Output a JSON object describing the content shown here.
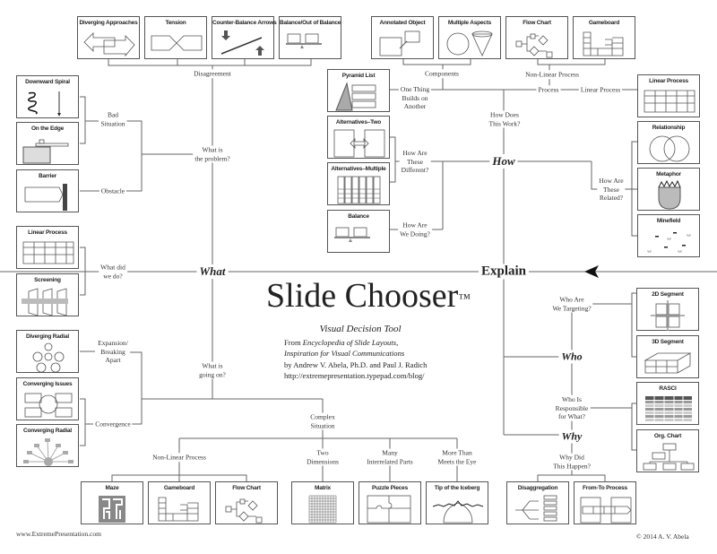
{
  "title": "Slide Chooser",
  "trademark": "™",
  "subtitle": "Visual Decision Tool",
  "credits": {
    "from": "From ",
    "book": "Encyclopedia of Slide Layouts,",
    "book_sub": "Inspiration for Visual Communications",
    "authors": "by Andrew V. Abela, Ph.D. and Paul J. Radich",
    "url": "http://extremepresentation.typepad.com/blog/"
  },
  "hubs": {
    "what": "What",
    "explain": "Explain",
    "how": "How",
    "who": "Who",
    "why": "Why"
  },
  "labels": {
    "disagreement": "Disagreement",
    "what_problem": "What is\nthe problem?",
    "bad_situation": "Bad\nSituation",
    "obstacle": "Obstacle",
    "what_did": "What did\nwe do?",
    "expansion": "Expansion/\nBreaking\nApart",
    "convergence": "Convergence",
    "what_going_on": "What is\ngoing on?",
    "complex": "Complex\nSituation",
    "nonlinear_bottom": "Non-Linear Process",
    "two_dim": "Two\nDimensions",
    "many_parts": "Many\nInterrelated Parts",
    "more_than": "More Than\nMeets the Eye",
    "components": "Components",
    "nonlinear_top": "Non-Linear Process",
    "one_thing": "One Thing\nBuilds on\nAnother",
    "process": "Process",
    "linear_process": "Linear Process",
    "how_does": "How Does\nThis Work?",
    "how_different": "How Are\nThese\nDifferent?",
    "how_doing": "How Are\nWe Doing?",
    "how_related": "How Are\nThese\nRelated?",
    "who_target": "Who Are\nWe Targeting?",
    "who_resp": "Who Is\nResponsible\nfor What?",
    "why_happen": "Why Did\nThis Happen?"
  },
  "cards": [
    {
      "title": "Diverging Approaches",
      "icon": "diverging-arrows"
    },
    {
      "title": "Tension",
      "icon": "tension-arrows"
    },
    {
      "title": "Counter-Balance Arrows",
      "icon": "counter-balance"
    },
    {
      "title": "Balance/Out of Balance",
      "icon": "balance-scale"
    },
    {
      "title": "Annotated Object",
      "icon": "annotated-object"
    },
    {
      "title": "Multiple Aspects",
      "icon": "circle-cone"
    },
    {
      "title": "Flow Chart",
      "icon": "flow-chart"
    },
    {
      "title": "Gameboard",
      "icon": "gameboard"
    },
    {
      "title": "Downward Spiral",
      "icon": "spiral"
    },
    {
      "title": "On the Edge",
      "icon": "edge"
    },
    {
      "title": "Barrier",
      "icon": "barrier"
    },
    {
      "title": "Linear Process",
      "icon": "linear-process"
    },
    {
      "title": "Screening",
      "icon": "screening"
    },
    {
      "title": "Diverging Radial",
      "icon": "radial"
    },
    {
      "title": "Converging Issues",
      "icon": "converging"
    },
    {
      "title": "Converging Radial",
      "icon": "radial-fan"
    },
    {
      "title": "Maze",
      "icon": "maze"
    },
    {
      "title": "Gameboard",
      "icon": "gameboard"
    },
    {
      "title": "Flow Chart",
      "icon": "flow-chart"
    },
    {
      "title": "Matrix",
      "icon": "matrix"
    },
    {
      "title": "Puzzle Pieces",
      "icon": "puzzle"
    },
    {
      "title": "Tip of the Iceberg",
      "icon": "iceberg"
    },
    {
      "title": "Disaggregation",
      "icon": "tree"
    },
    {
      "title": "From-To Process",
      "icon": "from-to"
    },
    {
      "title": "Pyramid List",
      "icon": "pyramid"
    },
    {
      "title": "Alternatives–Two",
      "icon": "alternatives-two"
    },
    {
      "title": "Alternatives–Multiple",
      "icon": "columns"
    },
    {
      "title": "Balance",
      "icon": "balance-scale"
    },
    {
      "title": "Linear Process",
      "icon": "linear-process"
    },
    {
      "title": "Relationship",
      "icon": "venn"
    },
    {
      "title": "Metaphor",
      "icon": "metaphor"
    },
    {
      "title": "Minefield",
      "icon": "minefield"
    },
    {
      "title": "2D Segment",
      "icon": "quadrant"
    },
    {
      "title": "3D Segment",
      "icon": "cube"
    },
    {
      "title": "RASCI",
      "icon": "table"
    },
    {
      "title": "Org. Chart",
      "icon": "org-chart"
    }
  ],
  "footer": {
    "website": "www.ExtremePresentation.com",
    "copyright": "© 2014  A. V. Abela"
  }
}
